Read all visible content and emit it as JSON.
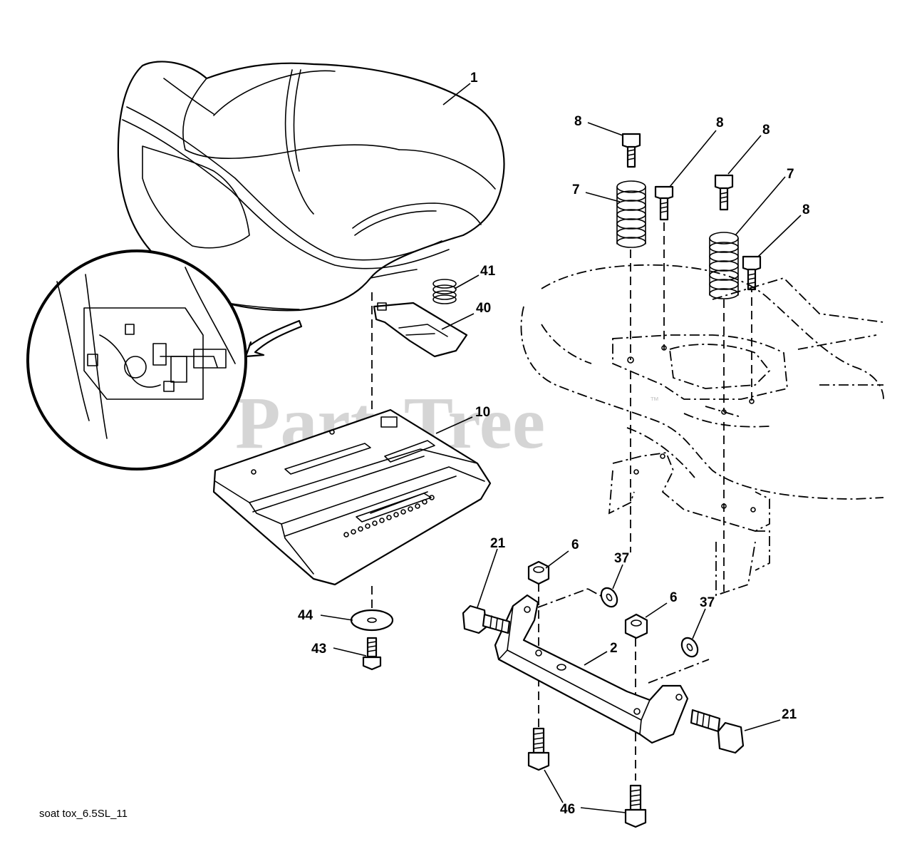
{
  "diagram": {
    "watermark": "PartsTree",
    "watermark_mark": "™",
    "caption": "soat tox_6.5SL_11",
    "callouts": [
      {
        "id": "c1",
        "label": "1"
      },
      {
        "id": "c8a",
        "label": "8"
      },
      {
        "id": "c8b",
        "label": "8"
      },
      {
        "id": "c8c",
        "label": "8"
      },
      {
        "id": "c8d",
        "label": "8"
      },
      {
        "id": "c7a",
        "label": "7"
      },
      {
        "id": "c7b",
        "label": "7"
      },
      {
        "id": "c41",
        "label": "41"
      },
      {
        "id": "c40",
        "label": "40"
      },
      {
        "id": "c10",
        "label": "10"
      },
      {
        "id": "c21a",
        "label": "21"
      },
      {
        "id": "c6a",
        "label": "6"
      },
      {
        "id": "c37a",
        "label": "37"
      },
      {
        "id": "c6b",
        "label": "6"
      },
      {
        "id": "c37b",
        "label": "37"
      },
      {
        "id": "c44",
        "label": "44"
      },
      {
        "id": "c43",
        "label": "43"
      },
      {
        "id": "c2",
        "label": "2"
      },
      {
        "id": "c21b",
        "label": "21"
      },
      {
        "id": "c46",
        "label": "46"
      }
    ]
  }
}
